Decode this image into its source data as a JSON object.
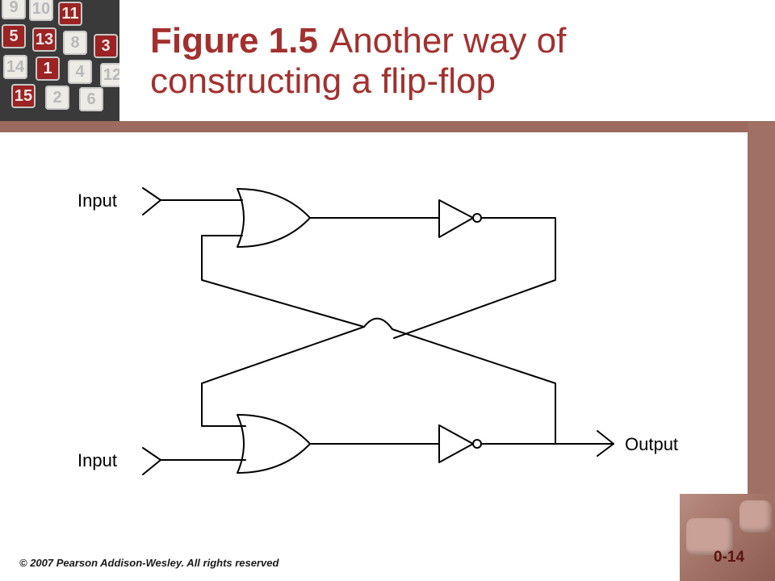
{
  "header": {
    "figure_label": "Figure 1.5",
    "title_line1": "Another way of",
    "title_line2": "constructing a flip-flop"
  },
  "puzzle": {
    "tiles": [
      "9",
      "10",
      "11",
      "5",
      "13",
      "8",
      "3",
      "14",
      "1",
      "4",
      "12",
      "15",
      "2",
      "6"
    ]
  },
  "diagram": {
    "input_top": "Input",
    "input_bottom": "Input",
    "output": "Output"
  },
  "footer": {
    "copyright": "© 2007 Pearson Addison-Wesley. All rights reserved",
    "slide_number": "0-14"
  },
  "colors": {
    "title": "#a3302e",
    "band": "#9c6a5e",
    "slide_number": "#5a1510"
  }
}
